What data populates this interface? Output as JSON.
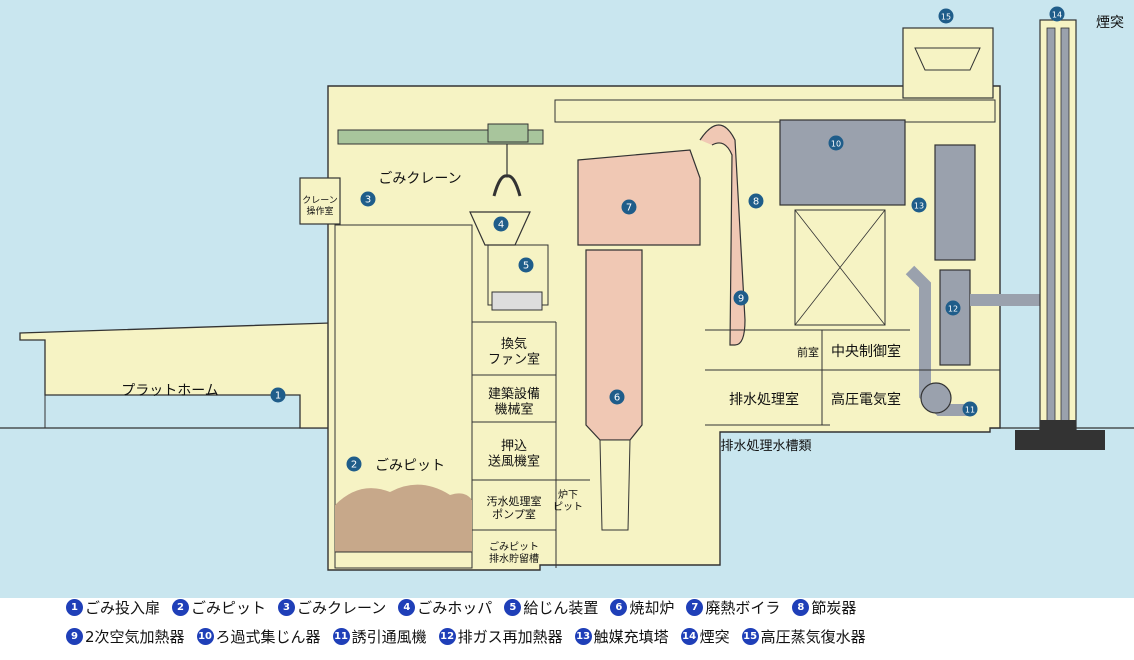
{
  "diagram": {
    "room_labels": {
      "crane_label": "ごみクレーン",
      "crane_room": "クレーン\n操作室",
      "platform": "プラットホーム",
      "pit": "ごみピット",
      "fan_room": "換気\nファン室",
      "building_equipment": "建築設備\n機械室",
      "forced_draft": "押込\n送風機室",
      "sewage_pump": "汚水処理室\nポンプ室",
      "furnace_pit": "炉下\nピット",
      "pit_drain": "ごみピット\n排水貯留槽",
      "front_room": "前室",
      "central_control": "中央制御室",
      "wastewater": "排水処理室",
      "hv_room": "高圧電気室",
      "wastewater_tanks": "排水処理水槽類",
      "chimney": "煙突"
    },
    "markers": [
      "1",
      "2",
      "3",
      "4",
      "5",
      "6",
      "7",
      "8",
      "9",
      "10",
      "11",
      "12",
      "13",
      "14",
      "15"
    ]
  },
  "legend": {
    "row1": [
      {
        "num": "1",
        "label": "ごみ投入扉"
      },
      {
        "num": "2",
        "label": "ごみピット"
      },
      {
        "num": "3",
        "label": "ごみクレーン"
      },
      {
        "num": "4",
        "label": "ごみホッパ"
      },
      {
        "num": "5",
        "label": "給じん装置"
      },
      {
        "num": "6",
        "label": "焼却炉"
      },
      {
        "num": "7",
        "label": "廃熱ボイラ"
      },
      {
        "num": "8",
        "label": "節炭器"
      }
    ],
    "row2": [
      {
        "num": "9",
        "label": "2次空気加熱器"
      },
      {
        "num": "10",
        "label": "ろ過式集じん器"
      },
      {
        "num": "11",
        "label": "誘引通風機"
      },
      {
        "num": "12",
        "label": "排ガス再加熱器"
      },
      {
        "num": "13",
        "label": "触媒充填塔"
      },
      {
        "num": "14",
        "label": "煙突"
      },
      {
        "num": "15",
        "label": "高圧蒸気復水器"
      }
    ]
  },
  "colors": {
    "background": "#c9e6ef",
    "building_fill": "#f6f3c4",
    "outline": "#333333",
    "furnace": "#f0c8b4",
    "crane": "#a8c59c",
    "refuse": "#c7a88a",
    "equipment_gray": "#9aa1ad",
    "marker": "#1f5d8a"
  }
}
